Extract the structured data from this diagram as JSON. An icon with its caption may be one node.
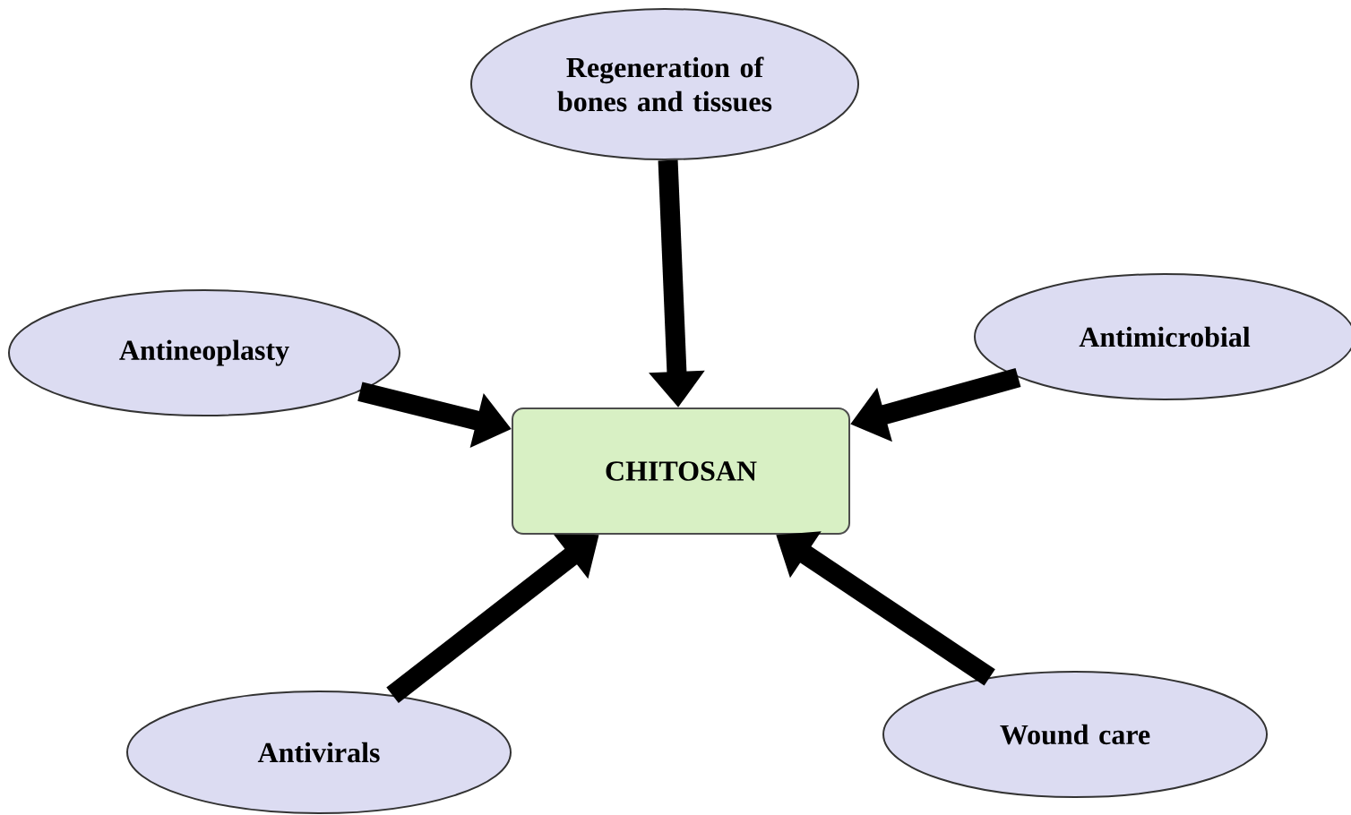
{
  "diagram": {
    "nodes": [
      {
        "text": [
          "Regeneration of bones and tissues"
        ]
      },
      {
        "text": [
          "Antineoplasty"
        ]
      },
      {
        "text": [
          "Antimicrobial"
        ]
      },
      {
        "text": [
          "CHITOSAN"
        ]
      },
      {
        "text": [
          "Antivirals"
        ]
      },
      {
        "text": [
          "Wound care"
        ]
      }
    ],
    "edges": [
      {
        "from": 0,
        "to": 3,
        "arrow": "to"
      },
      {
        "from": 1,
        "to": 3,
        "arrow": "to"
      },
      {
        "from": 2,
        "to": 3,
        "arrow": "to"
      },
      {
        "from": 4,
        "to": 3,
        "arrow": "to"
      },
      {
        "from": 5,
        "to": 3,
        "arrow": "to"
      }
    ]
  }
}
